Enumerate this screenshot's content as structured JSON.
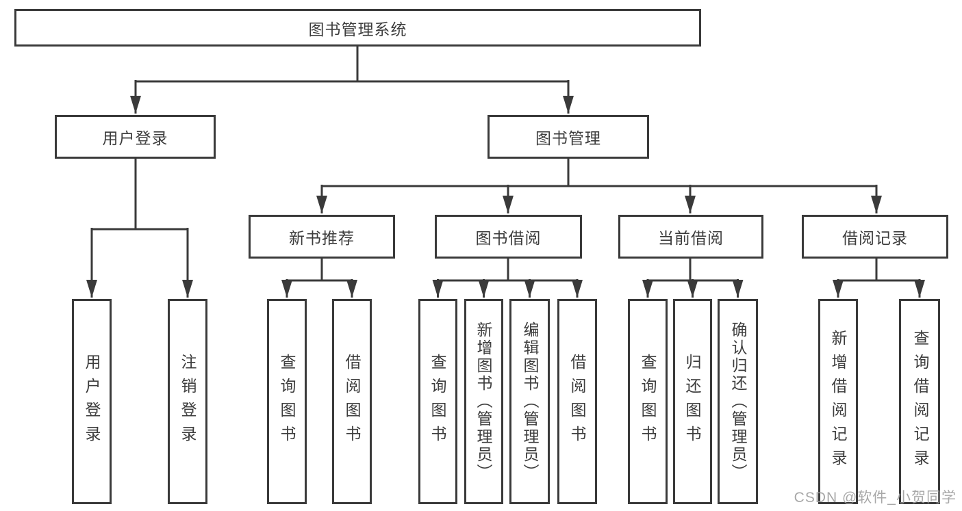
{
  "diagram": {
    "type": "tree",
    "line_color": "#3a3a3a",
    "box_background": "#ffffff",
    "text_color": "#3d3d3d",
    "tree": {
      "root": {
        "label": "图书管理系统",
        "children": [
          {
            "label": "用户登录",
            "children": [
              {
                "label": "用户登录"
              },
              {
                "label": "注销登录"
              }
            ]
          },
          {
            "label": "图书管理",
            "children": [
              {
                "label": "新书推荐",
                "children": [
                  {
                    "label": "查询图书"
                  },
                  {
                    "label": "借阅图书"
                  }
                ]
              },
              {
                "label": "图书借阅",
                "children": [
                  {
                    "label": "查询图书"
                  },
                  {
                    "label": "新增图书（管理员）"
                  },
                  {
                    "label": "编辑图书（管理员）"
                  },
                  {
                    "label": "借阅图书"
                  }
                ]
              },
              {
                "label": "当前借阅",
                "children": [
                  {
                    "label": "查询图书"
                  },
                  {
                    "label": "归还图书"
                  },
                  {
                    "label": "确认归还（管理员）"
                  }
                ]
              },
              {
                "label": "借阅记录",
                "children": [
                  {
                    "label": "新增借阅记录"
                  },
                  {
                    "label": "查询借阅记录"
                  }
                ]
              }
            ]
          }
        ]
      }
    }
  },
  "watermark": {
    "text": "CSDN @软件_小贺同学",
    "color": "#9e9e9e"
  }
}
